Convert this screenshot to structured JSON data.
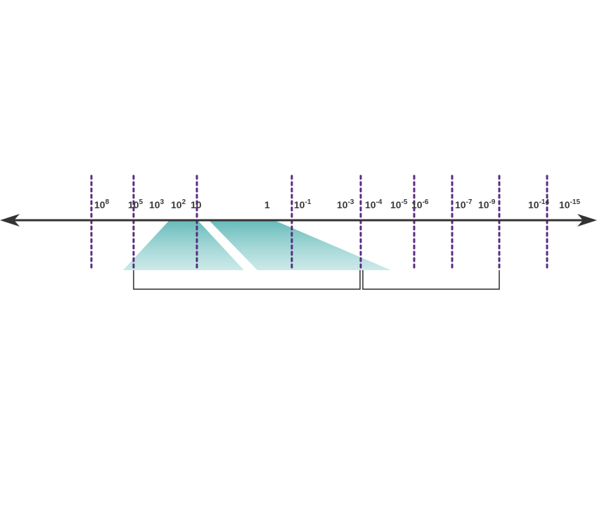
{
  "colors": {
    "axis": "#333333",
    "divider": "#5b2c83",
    "band": "#6cc1c0",
    "bracket": "#2b2b2b"
  },
  "axis": {
    "direction": "double-arrow",
    "scale": "logarithmic"
  },
  "tick_labels": [
    {
      "base": "10",
      "exp": "8"
    },
    {
      "base": "10",
      "exp": "5"
    },
    {
      "base": "10",
      "exp": "3"
    },
    {
      "base": "10",
      "exp": "2"
    },
    {
      "base": "10",
      "exp": ""
    },
    {
      "base": "1",
      "exp": ""
    },
    {
      "base": "10",
      "exp": "-1"
    },
    {
      "base": "10",
      "exp": "-3"
    },
    {
      "base": "10",
      "exp": "-4"
    },
    {
      "base": "10",
      "exp": "-5"
    },
    {
      "base": "10",
      "exp": "-6"
    },
    {
      "base": "10",
      "exp": "-7"
    },
    {
      "base": "10",
      "exp": "-9"
    },
    {
      "base": "10",
      "exp": "-14"
    },
    {
      "base": "10",
      "exp": "-15"
    }
  ]
}
